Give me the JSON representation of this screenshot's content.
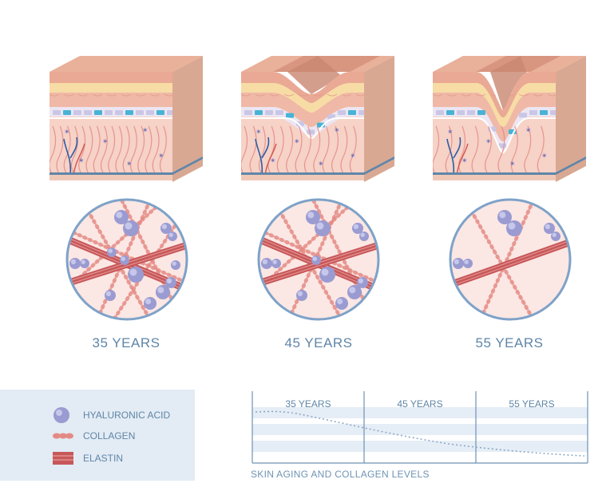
{
  "stages": [
    {
      "age_label": "35 YEARS",
      "wrinkle": "none",
      "collagen_strands": 6,
      "elastin_fibers": 2,
      "hyaluronic_spheres": 14
    },
    {
      "age_label": "45 YEARS",
      "wrinkle": "shallow",
      "collagen_strands": 5,
      "elastin_fibers": 2,
      "hyaluronic_spheres": 12
    },
    {
      "age_label": "55 YEARS",
      "wrinkle": "deep",
      "collagen_strands": 2,
      "elastin_fibers": 1,
      "hyaluronic_spheres": 6
    }
  ],
  "legend": {
    "items": [
      {
        "label": "HYALURONIC ACID",
        "icon": "sphere-icon"
      },
      {
        "label": "COLLAGEN",
        "icon": "collagen-chain-icon"
      },
      {
        "label": "ELASTIN",
        "icon": "elastin-fiber-icon"
      }
    ]
  },
  "graph": {
    "columns": [
      "35 YEARS",
      "45 YEARS",
      "55 YEARS"
    ],
    "caption": "SKIN AGING AND COLLAGEN LEVELS",
    "trend": "decreasing"
  },
  "colors": {
    "epidermis": "#eaa994",
    "fat_layer": "#f7dca6",
    "dermis": "#f6d2c7",
    "collagen": "#e48a84",
    "elastin": "#c7585a",
    "hyaluronic": "#9a9bd1",
    "accent_blue": "#5f86a8",
    "panel": "#e3ebf4",
    "graph_band": "#e5edf6"
  }
}
